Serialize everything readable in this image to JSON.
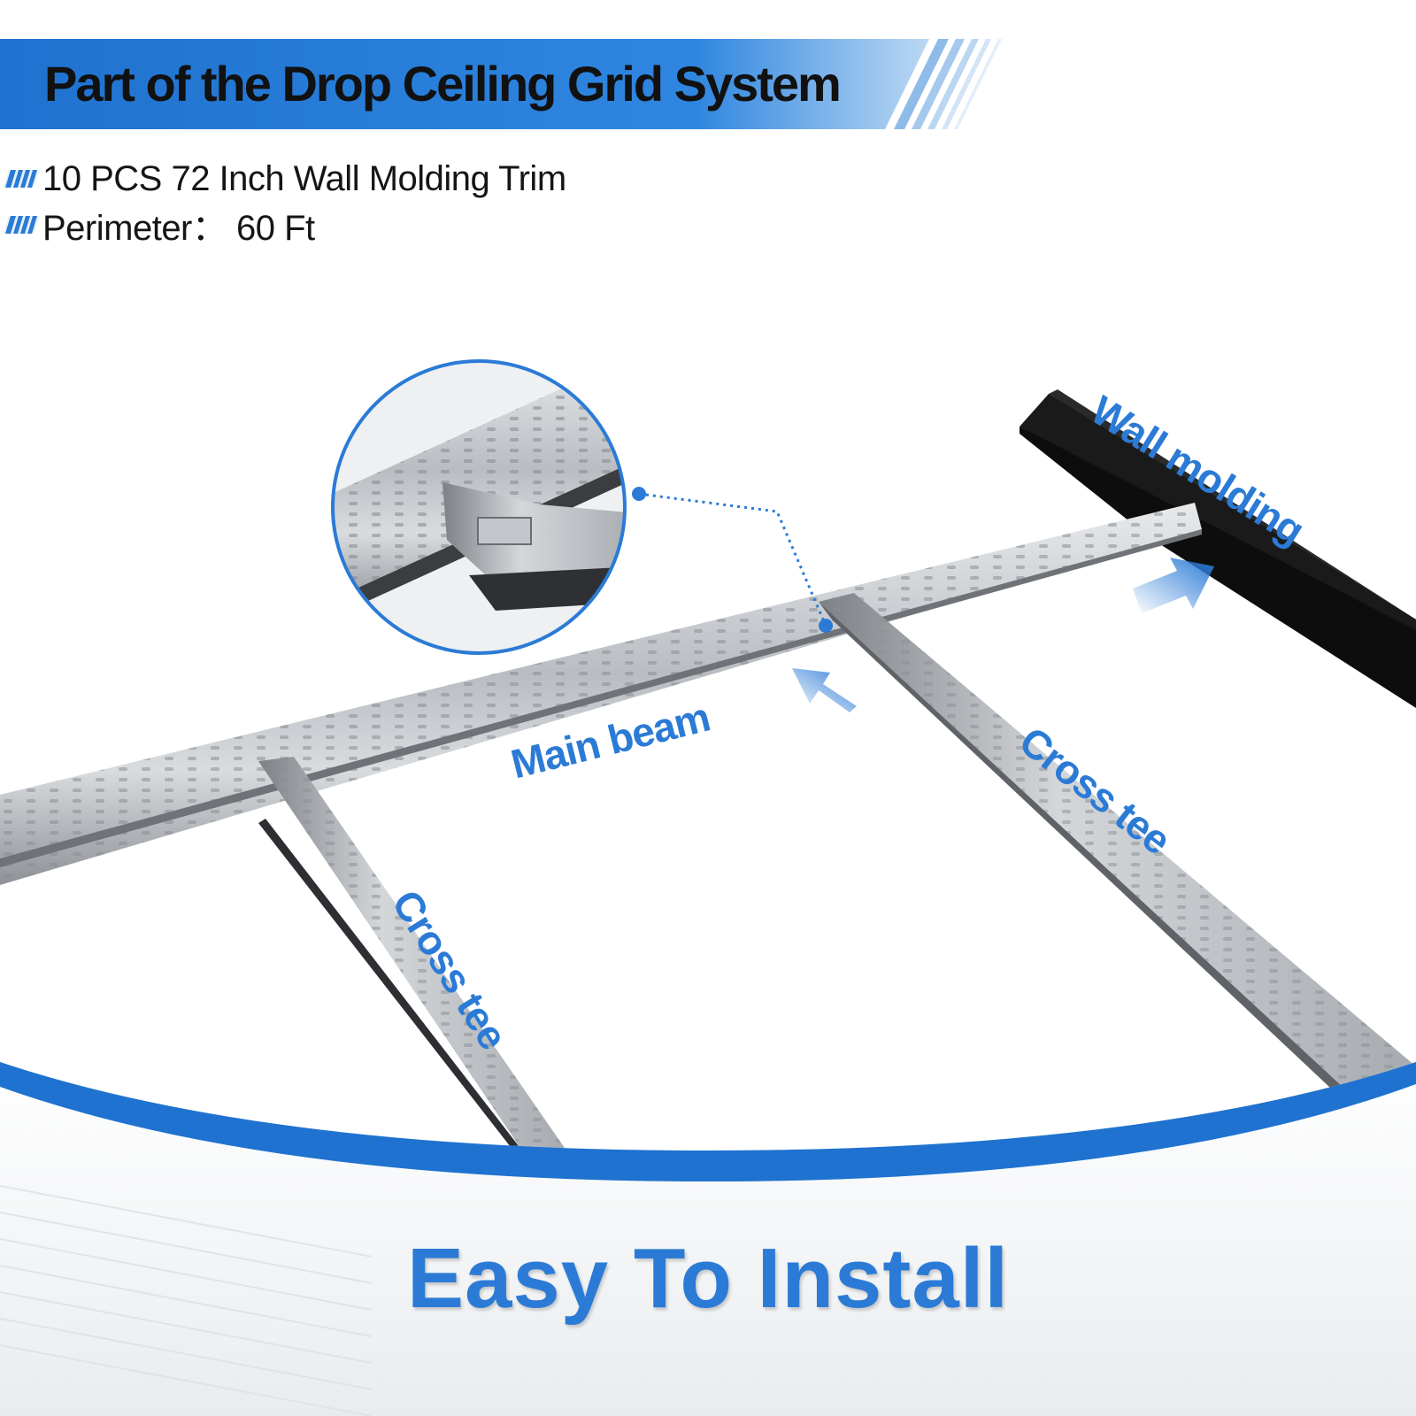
{
  "header": {
    "title": "Part of the Drop Ceiling Grid System"
  },
  "specs": [
    {
      "text": "10 PCS 72 Inch Wall Molding Trim"
    },
    {
      "text": "Perimeter： 60 Ft"
    }
  ],
  "labels": {
    "wall_molding": "Wall molding",
    "main_beam": "Main beam",
    "cross_tee_right": "Cross tee",
    "cross_tee_left": "Cross tee"
  },
  "footer": {
    "headline": "Easy To Install"
  },
  "colors": {
    "accent_blue": "#2b7bd6",
    "banner_blue": "#1f72cf",
    "steel": "#c9ccd0",
    "molding": "#0d0d0d"
  },
  "icons": [
    "stripe-bullet-icon",
    "stripe-bullet-icon",
    "arrow-icon",
    "arrow-icon"
  ]
}
